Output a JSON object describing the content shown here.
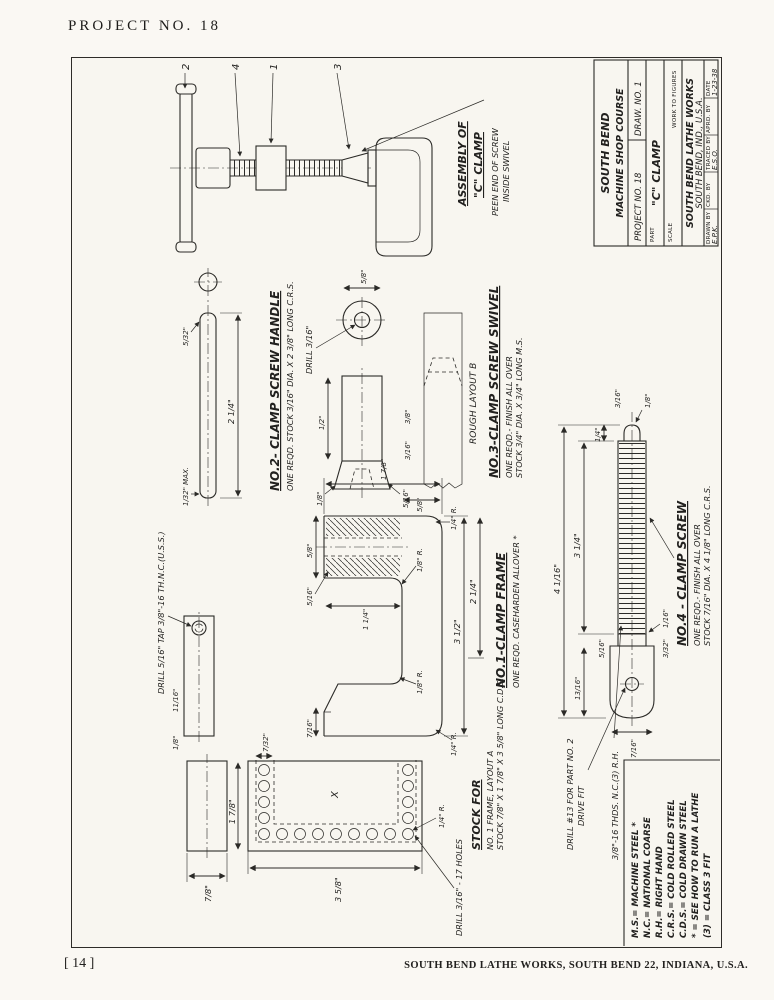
{
  "page": {
    "header": "PROJECT NO. 18",
    "footer_page_number": "[ 14 ]",
    "footer_imprint": "SOUTH BEND LATHE WORKS, SOUTH BEND 22, INDIANA, U.S.A."
  },
  "title_block": {
    "company_line1": "SOUTH BEND",
    "company_line2": "MACHINE SHOP COURSE",
    "project": "PROJECT NO. 18",
    "draw_no": "DRAW. NO. 1",
    "part_label": "PART",
    "part_name": "\"C\" CLAMP",
    "scale_label": "SCALE",
    "scale_value": "WORK TO FIGURES",
    "maker_line1": "SOUTH BEND LATHE WORKS",
    "maker_line2": "SOUTH BEND, IND., U.S.A.",
    "drawn_by_label": "DRAWN BY",
    "drawn_by": "E.P.K.",
    "ckd_by_label": "CKD. BY",
    "ckd_by": "",
    "traced_by_label": "TRACED BY",
    "traced_by": "E.S.O.",
    "aprd_by_label": "APRD. BY",
    "aprd_by": "",
    "date_label": "DATE",
    "date": "1-23-38"
  },
  "assembly": {
    "title_line1": "ASSEMBLY OF",
    "title_line2": "\"C\" CLAMP",
    "note_line1": "PEEN END OF SCREW",
    "note_line2": "INSIDE SWIVEL",
    "balloons": [
      "2",
      "4",
      "1",
      "3"
    ]
  },
  "frame": {
    "title": "NO.1-CLAMP FRAME",
    "subtitle": "ONE REQD. CASEHARDEN ALLOVER *",
    "drill_note": "DRILL 5/16\" TAP 3/8\"-16 TH.N.C.(U.S.S.)",
    "dims": [
      "3 1/2\"",
      "2 1/4\"",
      "1 7/8\"",
      "1 1/4\"",
      "5/8\"",
      "5/8\"",
      "5/16\"",
      "7/16\"",
      "11/16\"",
      "1/8\"",
      "1/8\" R.",
      "1/8\" R.",
      "1/4\" R.",
      "1/4\" R."
    ]
  },
  "handle": {
    "title": "NO.2- CLAMP SCREW HANDLE",
    "subtitle": "ONE REQD. STOCK 3/16\" DIA. X 2 3/8\" LONG C.R.S.",
    "dims": [
      "2 1/4\"",
      "5/32\"",
      "1/32\" MAX."
    ]
  },
  "swivel": {
    "title": "NO.3-CLAMP SCREW SWIVEL",
    "subtitle_line1": "ONE REQD.- FINISH ALL OVER",
    "subtitle_line2": "STOCK 3/4\" DIA. X 3/4\" LONG M.S.",
    "drill_note": "DRILL 3/16\"",
    "rough_layout": "ROUGH LAYOUT B",
    "dims": [
      "5/8\"",
      "1/2\"",
      "1/8\"",
      "5/16\"",
      "3/16\"",
      "3/8\""
    ]
  },
  "screw": {
    "title": "NO.4 - CLAMP SCREW",
    "subtitle_line1": "ONE REQD.- FINISH ALL OVER",
    "subtitle_line2": "STOCK 7/16\" DIA. X 4 1/8\" LONG C.R.S.",
    "thread_note": "3/8\"-16 THDS. N.C.(3) R.H.",
    "drill_note_line1": "DRILL #13 FOR PART NO. 2",
    "drill_note_line2": "DRIVE FIT",
    "dims": [
      "4 1/16\"",
      "3 1/4\"",
      "13/16\"",
      "5/16\"",
      "7/16\"",
      "1/4\"",
      "1/8\"",
      "1/16\"",
      "3/16\"",
      "3/32\""
    ]
  },
  "stock": {
    "title": "STOCK FOR",
    "subtitle_line1": "NO. 1 FRAME, LAYOUT A",
    "subtitle_line2": "STOCK 7/8\" X 1 7/8\" X 3 5/8\" LONG C.D.S.",
    "drill_note": "DRILL 3/16\" - 17 HOLES",
    "x_mark": "X",
    "dims": [
      "7/8\"",
      "1 7/8\"",
      "3 5/8\"",
      "7/32\"",
      "1/4\" R."
    ]
  },
  "legend": {
    "lines": [
      "M.S.= MACHINE STEEL *",
      "N.C.= NATIONAL COARSE",
      "R.H.= RIGHT HAND",
      "C.R.S.= COLD ROLLED STEEL",
      "C.D.S.= COLD DRAWN STEEL",
      "* = SEE HOW TO RUN A LATHE",
      "(3) = CLASS 3 FIT"
    ]
  }
}
